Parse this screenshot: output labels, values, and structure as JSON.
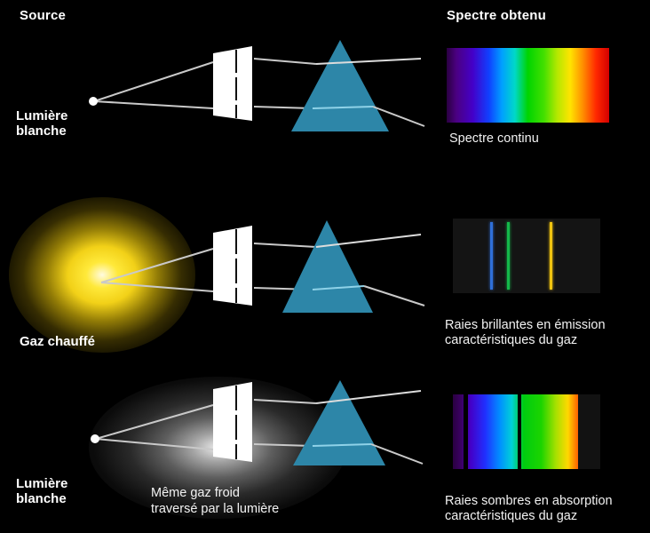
{
  "headings": {
    "source": "Source",
    "spectrum": "Spectre obtenu"
  },
  "rows": [
    {
      "id": "white-light-continuous",
      "source_label": "Lumière\nblanche",
      "source_type": "point-source",
      "spectrum_caption": "Spectre continu",
      "spectrum_kind": "continuous"
    },
    {
      "id": "heated-gas-emission",
      "source_label": "Gaz chauffé",
      "source_type": "yellow-glow",
      "spectrum_caption": "Raies brillantes en émission\ncaractéristiques du gaz",
      "spectrum_kind": "emission"
    },
    {
      "id": "white-light-absorption",
      "source_label": "Lumière\nblanche",
      "source_type": "point-source-with-cold-gas",
      "note": "Même gaz froid\ntraversé par la lumière",
      "spectrum_caption": "Raies sombres en absorption\ncaractéristiques du gaz",
      "spectrum_kind": "absorption"
    }
  ],
  "colors": {
    "background": "#000000",
    "prism": "#2d86a8",
    "prism_highlight": "#67c0dc",
    "slit": "#ffffff",
    "ray": "#c9c9c9",
    "text": "#ffffff",
    "hot_gas_glow": "#ffe93a",
    "cold_gas_glow": "#e8e8e8"
  },
  "chart_data": {
    "type": "spectra",
    "title": "Spectre obtenu",
    "spectra": [
      {
        "name": "Spectre continu",
        "kind": "continuous",
        "wavelength_stops": [
          {
            "pos": 0,
            "color": "#2a0040"
          },
          {
            "pos": 6,
            "color": "#4b0082"
          },
          {
            "pos": 16,
            "color": "#4400c8"
          },
          {
            "pos": 26,
            "color": "#1040ff"
          },
          {
            "pos": 34,
            "color": "#00a0ff"
          },
          {
            "pos": 42,
            "color": "#00d8c8"
          },
          {
            "pos": 50,
            "color": "#00d400"
          },
          {
            "pos": 60,
            "color": "#44e000"
          },
          {
            "pos": 68,
            "color": "#b4e800"
          },
          {
            "pos": 76,
            "color": "#ffe400"
          },
          {
            "pos": 84,
            "color": "#ff8c00"
          },
          {
            "pos": 92,
            "color": "#ff2800"
          },
          {
            "pos": 100,
            "color": "#d40000"
          }
        ]
      },
      {
        "name": "Raies brillantes en émission",
        "kind": "emission",
        "background": "#141414",
        "lines": [
          {
            "position_pct": 25.5,
            "color": "#2f6fd8",
            "label": "blue-line"
          },
          {
            "position_pct": 37.0,
            "color": "#14b84a",
            "label": "green-line"
          },
          {
            "position_pct": 65.5,
            "color": "#f0c410",
            "label": "yellow-line"
          }
        ]
      },
      {
        "name": "Raies sombres en absorption",
        "kind": "absorption",
        "dark_bands": [
          {
            "start_pct": 7.5,
            "width_pct": 2.5
          },
          {
            "start_pct": 44.0,
            "width_pct": 2.5
          },
          {
            "start_pct": 85.0,
            "width_pct": 15.0
          }
        ],
        "wavelength_stops": [
          {
            "pos": 0,
            "color": "#2a0040"
          },
          {
            "pos": 6,
            "color": "#3c0066"
          },
          {
            "pos": 12,
            "color": "#4400c8"
          },
          {
            "pos": 22,
            "color": "#2030ff"
          },
          {
            "pos": 32,
            "color": "#0090ff"
          },
          {
            "pos": 40,
            "color": "#00d0d8"
          },
          {
            "pos": 48,
            "color": "#00cc10"
          },
          {
            "pos": 60,
            "color": "#1cd400"
          },
          {
            "pos": 70,
            "color": "#a8e000"
          },
          {
            "pos": 78,
            "color": "#ffd800"
          },
          {
            "pos": 84,
            "color": "#ff7000"
          },
          {
            "pos": 88,
            "color": "#ff3000"
          }
        ]
      }
    ]
  },
  "optics": {
    "slit_name": "fente (collimateur)",
    "prism_name": "prisme",
    "ray_name": "rayon lumineux"
  }
}
